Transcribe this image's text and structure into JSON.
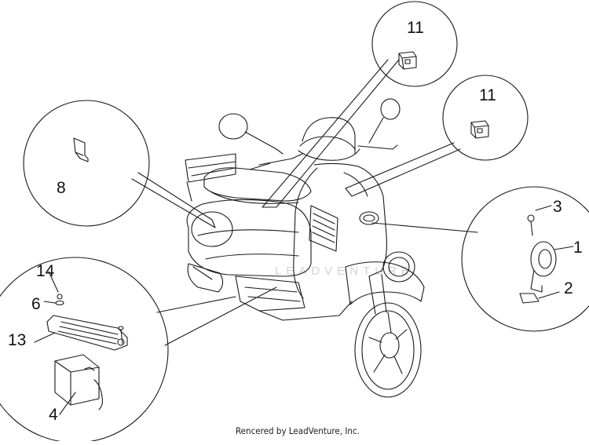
{
  "diagram": {
    "callouts": {
      "c1": "1",
      "c2": "2",
      "c3": "3",
      "c4": "4",
      "c6": "6",
      "c8": "8",
      "c11a": "11",
      "c11b": "11",
      "c13": "13",
      "c14": "14"
    },
    "watermark": "LEADVENTURE",
    "credit": "Rencered by LeadVenture, Inc."
  }
}
